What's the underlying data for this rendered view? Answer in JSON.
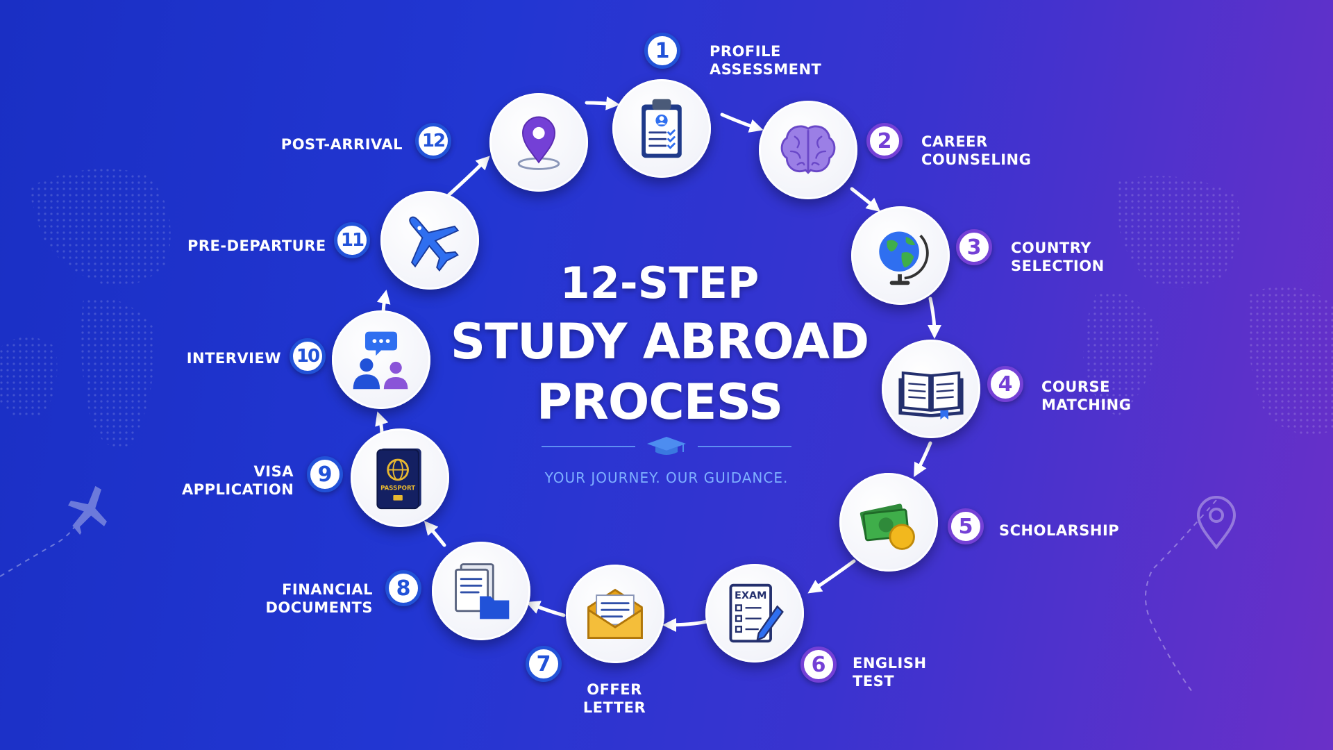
{
  "title": {
    "line1": "12-STEP",
    "line2": "STUDY ABROAD",
    "line3": "PROCESS"
  },
  "tagline": "YOUR JOURNEY. OUR GUIDANCE.",
  "colors": {
    "accent_blue": "#2152d8",
    "accent_purple": "#7440d6",
    "tagline": "#7fb0ff"
  },
  "steps": [
    {
      "number": "1",
      "label": [
        "PROFILE",
        "ASSESSMENT"
      ],
      "icon": "clipboard-checklist-icon"
    },
    {
      "number": "2",
      "label": [
        "CAREER",
        "COUNSELING"
      ],
      "icon": "brain-icon"
    },
    {
      "number": "3",
      "label": [
        "COUNTRY",
        "SELECTION"
      ],
      "icon": "globe-icon"
    },
    {
      "number": "4",
      "label": [
        "COURSE",
        "MATCHING"
      ],
      "icon": "open-book-icon"
    },
    {
      "number": "5",
      "label": [
        "SCHOLARSHIP"
      ],
      "icon": "money-coin-icon"
    },
    {
      "number": "6",
      "label": [
        "ENGLISH",
        "TEST"
      ],
      "icon": "exam-paper-icon",
      "icon_text": "EXAM"
    },
    {
      "number": "7",
      "label": [
        "OFFER",
        "LETTER"
      ],
      "icon": "envelope-letter-icon"
    },
    {
      "number": "8",
      "label": [
        "FINANCIAL",
        "DOCUMENTS"
      ],
      "icon": "documents-folder-icon"
    },
    {
      "number": "9",
      "label": [
        "VISA",
        "APPLICATION"
      ],
      "icon": "passport-icon",
      "icon_text": "PASSPORT"
    },
    {
      "number": "10",
      "label": [
        "INTERVIEW"
      ],
      "icon": "people-chat-icon"
    },
    {
      "number": "11",
      "label": [
        "PRE-DEPARTURE"
      ],
      "icon": "airplane-icon"
    },
    {
      "number": "12",
      "label": [
        "POST-ARRIVAL"
      ],
      "icon": "location-pin-icon"
    }
  ]
}
